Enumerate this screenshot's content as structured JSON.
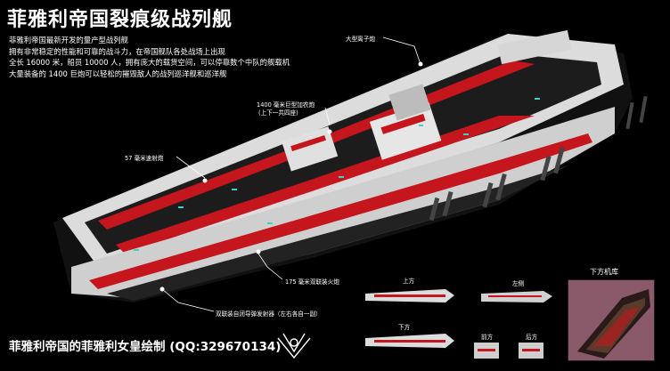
{
  "title": "菲雅利帝国裂痕级战列舰",
  "description": [
    "菲雅利帝国最新开发的量产型战列舰",
    "拥有非常稳定的性能和可靠的战斗力，在帝国舰队各处战场上出现",
    "全长 16000 米，船员 10000 人，拥有庞大的载货空间，可以停靠数个中队的舰载机",
    "大量装备的 1400 巨炮可以轻松的摧毁敌人的战列巡洋舰和巡洋舰"
  ],
  "callouts": {
    "ion_cannon": "大型离子炮",
    "main_gun_line1": "1400 毫米巨型加农炮",
    "main_gun_line2": "(上下一共四座)",
    "rapid_gun": "57 毫米速射炮",
    "twin_gun": "175 毫米双联装火炮",
    "missile": "双联装自闭导弹发射器（左右各自一副）"
  },
  "views": {
    "top": "上方",
    "left": "左侧",
    "bottom": "下方",
    "front": "前方",
    "rear": "后方",
    "hangar": "下方机库"
  },
  "credit": "菲雅利帝国的菲雅利女皇绘制 (QQ:329670134)",
  "colors": {
    "hull_white": "#e8e8e8",
    "hull_red": "#c4161c",
    "hull_dark": "#1a1a1a",
    "accent_teal": "#3fd0c8",
    "hangar_bg": "#8a5a6a"
  }
}
